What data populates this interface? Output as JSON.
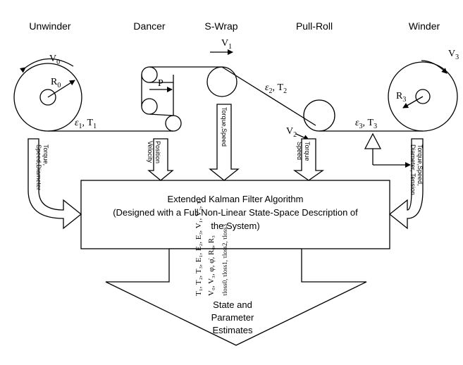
{
  "sections": {
    "unwinder": "Unwinder",
    "dancer": "Dancer",
    "swrap": "S-Wrap",
    "pullroll": "Pull-Roll",
    "winder": "Winder"
  },
  "symbols": {
    "v0": {
      "base": "V",
      "sub": "0"
    },
    "r0": {
      "base": "R",
      "sub": "0"
    },
    "e1t1": {
      "a": "ε",
      "a_sub": "1",
      "sep": ", ",
      "b": "T",
      "b_sub": "1"
    },
    "p": "P",
    "v1": {
      "base": "V",
      "sub": "1"
    },
    "e2t2": {
      "a": "ε",
      "a_sub": "2",
      "sep": ", ",
      "b": "T",
      "b_sub": "2"
    },
    "v2": {
      "base": "V",
      "sub": "2"
    },
    "e3t3": {
      "a": "ε",
      "a_sub": "3",
      "sep": ", ",
      "b": "T",
      "b_sub": "3"
    },
    "v3": {
      "base": "V",
      "sub": "3"
    },
    "r3": {
      "base": "R",
      "sub": "3"
    }
  },
  "signals": {
    "unwinder": [
      "Torque,",
      "Speed,Diameter"
    ],
    "dancer": [
      "Position",
      "Velocity"
    ],
    "swrap": [
      "Torque,Speed"
    ],
    "pullroll": [
      "Torque",
      "Speed"
    ],
    "winder": [
      "Torque,Speed,",
      "Diameter, Tension"
    ]
  },
  "kalman": {
    "line1": "Extended Kalman Filter Algorithm",
    "line2": "(Designed with a Full Non-Linear State-Space Description of",
    "line3": "the System)"
  },
  "estimates_vars": [
    "T₁, T₂, T₃, E₁, E₂, E₃, V₁, V₂, τ₁",
    "V₀, V₃, φ, φ̇, R₀, R₃",
    "τloss0, τloss1, τloss2, τloss3"
  ],
  "estimates": [
    "State and",
    "Parameter",
    "Estimates"
  ]
}
